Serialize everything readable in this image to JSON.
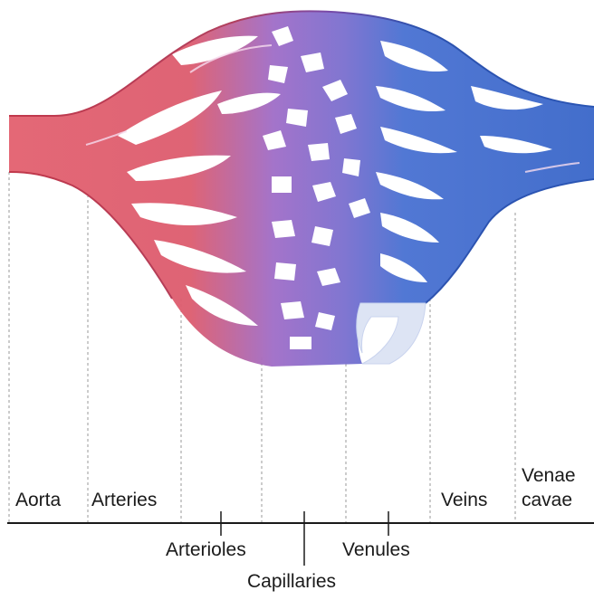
{
  "labels": {
    "aorta": "Aorta",
    "arteries": "Arteries",
    "arterioles": "Arterioles",
    "capillaries": "Capillaries",
    "venules": "Venules",
    "veins": "Veins",
    "venae_line1": "Venae",
    "venae_line2": "cavae"
  },
  "colors": {
    "artery": "#e05a68",
    "artery_dark": "#c23a4c",
    "capillary": "#9b6cc4",
    "vein": "#3f6fd0",
    "vein_dark": "#2a55b4",
    "highlight": "#f4d6f0",
    "line": "#1a1a1a"
  }
}
